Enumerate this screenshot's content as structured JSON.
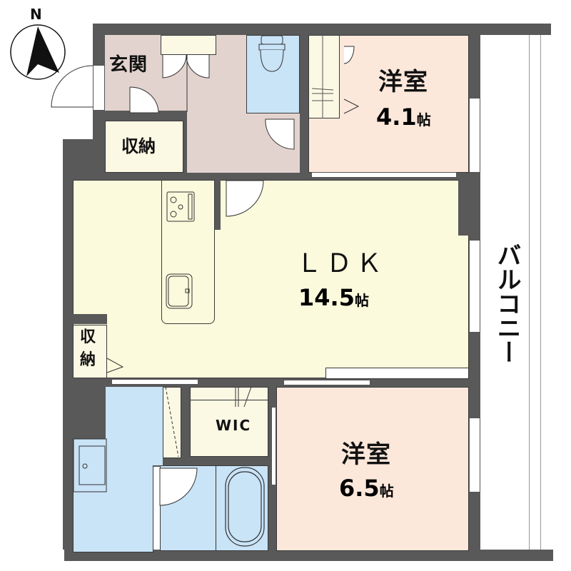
{
  "compass": {
    "label": "N"
  },
  "colors": {
    "wall": "#595959",
    "entrance": "#e3d3cf",
    "storage": "#fbf8e4",
    "ldk": "#fbfadc",
    "western_room": "#fce8db",
    "water_area": "#c9e3f7",
    "balcony": "#ffffff"
  },
  "rooms": {
    "entrance": {
      "name": "玄関"
    },
    "storage_entrance": {
      "name": "収納"
    },
    "storage_ldk": {
      "name_line1": "収",
      "name_line2": "納"
    },
    "western_room_1": {
      "name": "洋室",
      "size_value": "4.1",
      "size_unit": "帖"
    },
    "ldk": {
      "name": "ＬＤＫ",
      "size_value": "14.5",
      "size_unit": "帖"
    },
    "western_room_2": {
      "name": "洋室",
      "size_value": "6.5",
      "size_unit": "帖"
    },
    "wic": {
      "name": "WIC"
    },
    "balcony": {
      "name": "バルコニー"
    }
  }
}
